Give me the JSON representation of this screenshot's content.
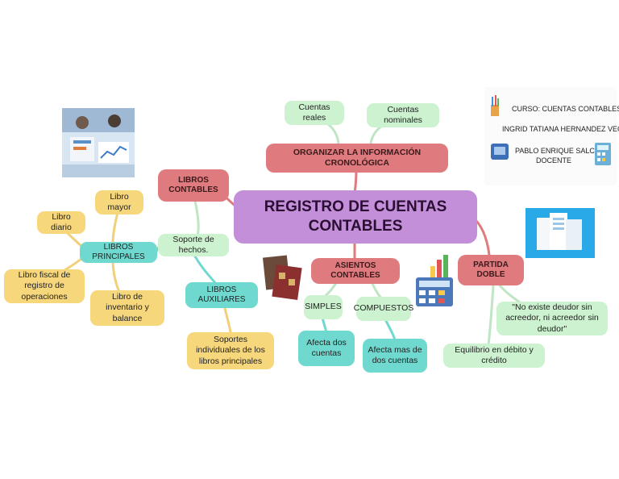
{
  "central": {
    "title": "REGISTRO DE CUENTAS CONTABLES"
  },
  "organizar": {
    "label": "ORGANIZAR LA INFORMACIÓN CRONOLÓGICA",
    "cuentas_reales": "Cuentas reales",
    "cuentas_nominales": "Cuentas nominales"
  },
  "libros_contables": {
    "label": "LIBROS CONTABLES",
    "soporte": "Soporte de hechos."
  },
  "libros_principales": {
    "label": "LIBROS PRINCIPALES",
    "libro_mayor": "Libro mayor",
    "libro_diario": "Libro diario",
    "libro_fiscal": "Libro fiscal de registro de operaciones",
    "libro_inventario": "Libro de inventario y balance"
  },
  "libros_auxiliares": {
    "label": "LIBROS AUXILIARES",
    "soportes": "Soportes individuales de los libros principales"
  },
  "asientos": {
    "label": "ASIENTOS CONTABLES",
    "simples": "SIMPLES",
    "compuestos": "COMPUESTOS",
    "afecta_dos": "Afecta dos cuentas",
    "afecta_mas": "Afecta mas de dos cuentas"
  },
  "partida_doble": {
    "label": "PARTIDA DOBLE",
    "quote": "\"No existe deudor sin acreedor, ni acreedor sin deudor\"",
    "equilibrio": "Equilibrio en débito y crédito"
  },
  "info_card": {
    "curso": "CURSO: CUENTAS CONTABLES",
    "student": "INGRID TATIANA HERNANDEZ VEGA",
    "teacher": "PABLO ENRIQUE SALCEDO",
    "role": "DOCENTE"
  },
  "colors": {
    "red_node": "#df7a7e",
    "green_node": "#cdf2d0",
    "yellow_node": "#f7d77c",
    "teal_node": "#6fd9cf",
    "central_node": "#c28fd8"
  }
}
